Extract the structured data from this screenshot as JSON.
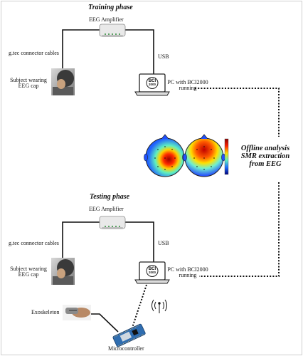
{
  "training": {
    "title": "Training phase",
    "amplifier": "EEG Amplifier",
    "cables": "g.tec connector cables",
    "usb": "USB",
    "subject_line1": "Subject wearing",
    "subject_line2": "EEG cap",
    "pc_line1": "PC with BCI2000",
    "pc_line2": "running"
  },
  "testing": {
    "title": "Testing phase",
    "amplifier": "EEG Amplifier",
    "cables": "g.tec connector cables",
    "usb": "USB",
    "subject_line1": "Subject wearing",
    "subject_line2": "EEG cap",
    "pc_line1": "PC with BCI2000",
    "pc_line2": "running",
    "exoskeleton": "Exoskeleton",
    "microcontroller": "Microcontroller"
  },
  "analysis": {
    "line1": "Offline analysis",
    "line2": "SMR extraction",
    "line3": "from EEG"
  },
  "screen_logo": {
    "top": "BCI",
    "bottom": "2000"
  },
  "colors": {
    "line": "#111111",
    "frame": "#cfcfcf",
    "amplifier": "#e9e9e9",
    "led": "#2e8b3a",
    "board": "#2f6db0"
  },
  "icons": [
    "amplifier-icon",
    "laptop-icon",
    "subject-photo",
    "topography-map",
    "colorbar",
    "exoskeleton-photo",
    "microcontroller-board",
    "antenna-icon"
  ]
}
